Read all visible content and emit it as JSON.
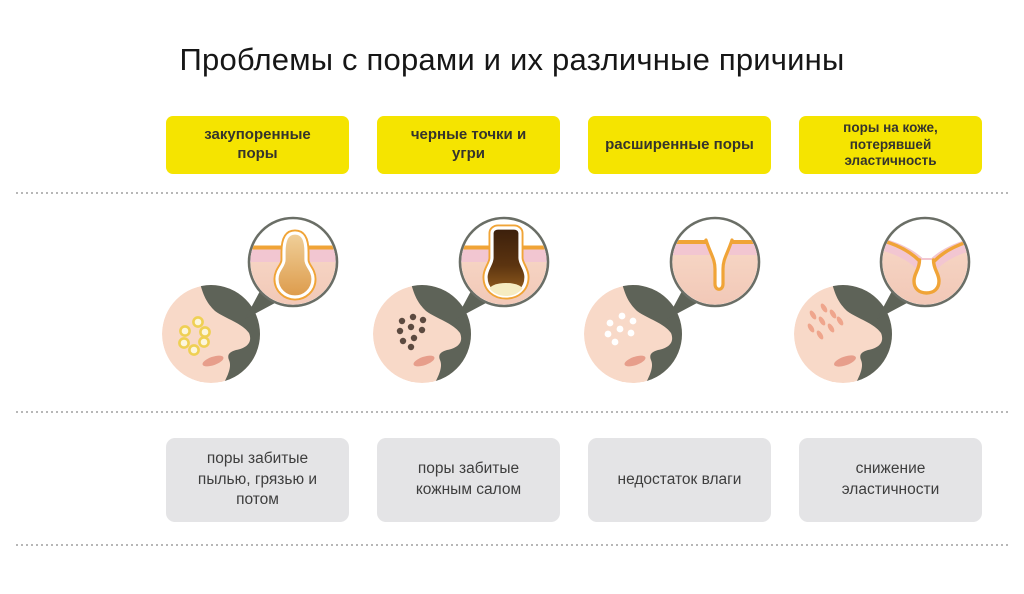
{
  "title": "Проблемы с порами и их различные причины",
  "columns": [
    {
      "label": "закупоренные поры",
      "cause": "поры забитые пылью, грязью и потом",
      "illustration": "nose-with-clogged-pores-and-sebum-filled-pore-cross-section"
    },
    {
      "label": "черные точки и угри",
      "cause": "поры забитые кожным салом",
      "illustration": "nose-with-blackheads-and-blackhead-pore-cross-section"
    },
    {
      "label": "расширенные поры",
      "cause": "недостаток влаги",
      "illustration": "nose-with-enlarged-pores-and-open-empty-pore-cross-section"
    },
    {
      "label": "поры на коже, потерявшей эластичность",
      "cause": "снижение эластичности",
      "illustration": "nose-with-sagging-pores-and-sagging-pore-cross-section"
    }
  ],
  "icons": [
    "nose-profile-icon",
    "magnifier-circle-icon",
    "pore-cross-section-icon",
    "speech-pointer-icon"
  ],
  "colors": {
    "label_background": "#F5E400",
    "label_text": "#35342C",
    "cause_background": "#E4E4E6",
    "cause_text": "#3E3E3E",
    "divider_dots": "#AAAAAA",
    "silhouette_gray": "#5E6358",
    "skin_peach": "#F8D9C8",
    "surface_orange": "#F0A437",
    "pink_band": "#F2C6D1",
    "dermis_peach": "#F6D5C4",
    "sebum_tan": "#DFA050",
    "blackhead_brown": "#3B1F0B",
    "cream_pocket": "#F6ECC2",
    "mouth_salmon": "#E79E8B"
  }
}
